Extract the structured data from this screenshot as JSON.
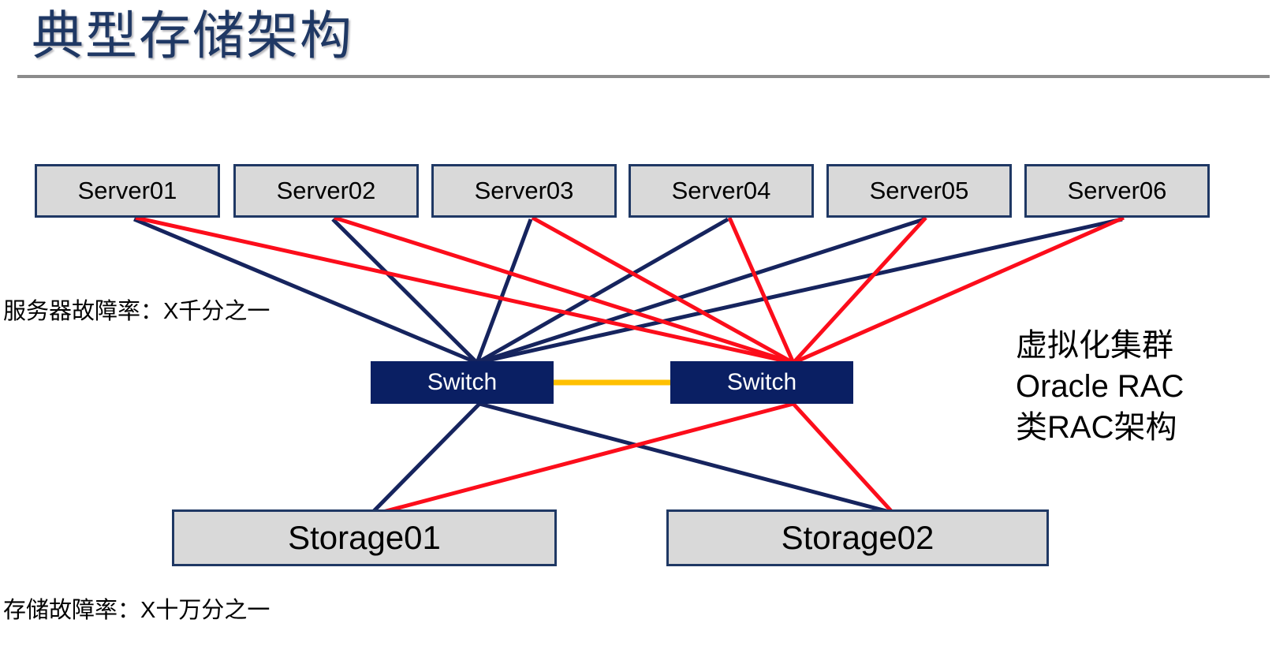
{
  "slide": {
    "title": "典型存储架构",
    "divider_color": "#8c8c8c",
    "title_color": "#1f3864",
    "background": "#ffffff"
  },
  "colors": {
    "node_fill": "#d9d9d9",
    "node_border": "#1f3864",
    "switch_fill": "#0a1f63",
    "switch_text": "#ffffff",
    "link_navy": "#16245e",
    "link_red": "#fc0d1b",
    "link_orange": "#ffc000"
  },
  "servers": [
    {
      "label": "Server01"
    },
    {
      "label": "Server02"
    },
    {
      "label": "Server03"
    },
    {
      "label": "Server04"
    },
    {
      "label": "Server05"
    },
    {
      "label": "Server06"
    }
  ],
  "switches": [
    {
      "label": "Switch"
    },
    {
      "label": "Switch"
    }
  ],
  "storages": [
    {
      "label": "Storage01"
    },
    {
      "label": "Storage02"
    }
  ],
  "annotations": {
    "server_failure_rate": "服务器故障率：X千分之一",
    "storage_failure_rate": "存储故障率：X十万分之一"
  },
  "cluster_note": {
    "line1": "虚拟化集群",
    "line2": "Oracle RAC",
    "line3": "类RAC架构"
  }
}
